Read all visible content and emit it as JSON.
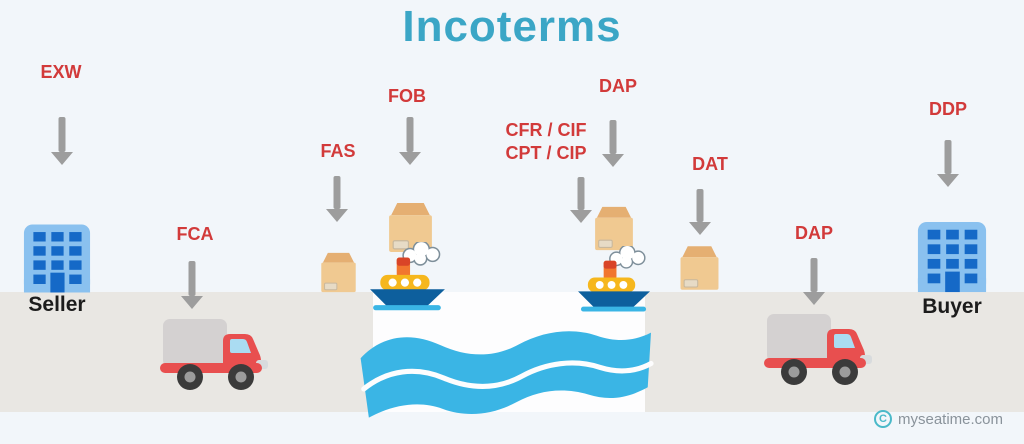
{
  "title": "Incoterms",
  "labels": {
    "exw": "EXW",
    "fca": "FCA",
    "fas": "FAS",
    "fob": "FOB",
    "dap_top": "DAP",
    "cfr_cif": "CFR / CIF",
    "cpt_cip": "CPT / CIP",
    "dat": "DAT",
    "dap_road": "DAP",
    "ddp": "DDP"
  },
  "actors": {
    "seller": "Seller",
    "buyer": "Buyer"
  },
  "watermark": {
    "symbol": "C",
    "text": "myseatime.com"
  },
  "colors": {
    "background": "#f2f6fa",
    "title_teal": "#3ba6c6",
    "term_red": "#d23a3a",
    "arrow_gray": "#9d9d9d",
    "ground_gray": "#e9e7e3",
    "water_blue": "#3ab5e5",
    "building_blue": "#8ac1ef",
    "window_blue": "#1569c7",
    "box_tan": "#f0c991",
    "truck_red": "#e84f4f"
  }
}
